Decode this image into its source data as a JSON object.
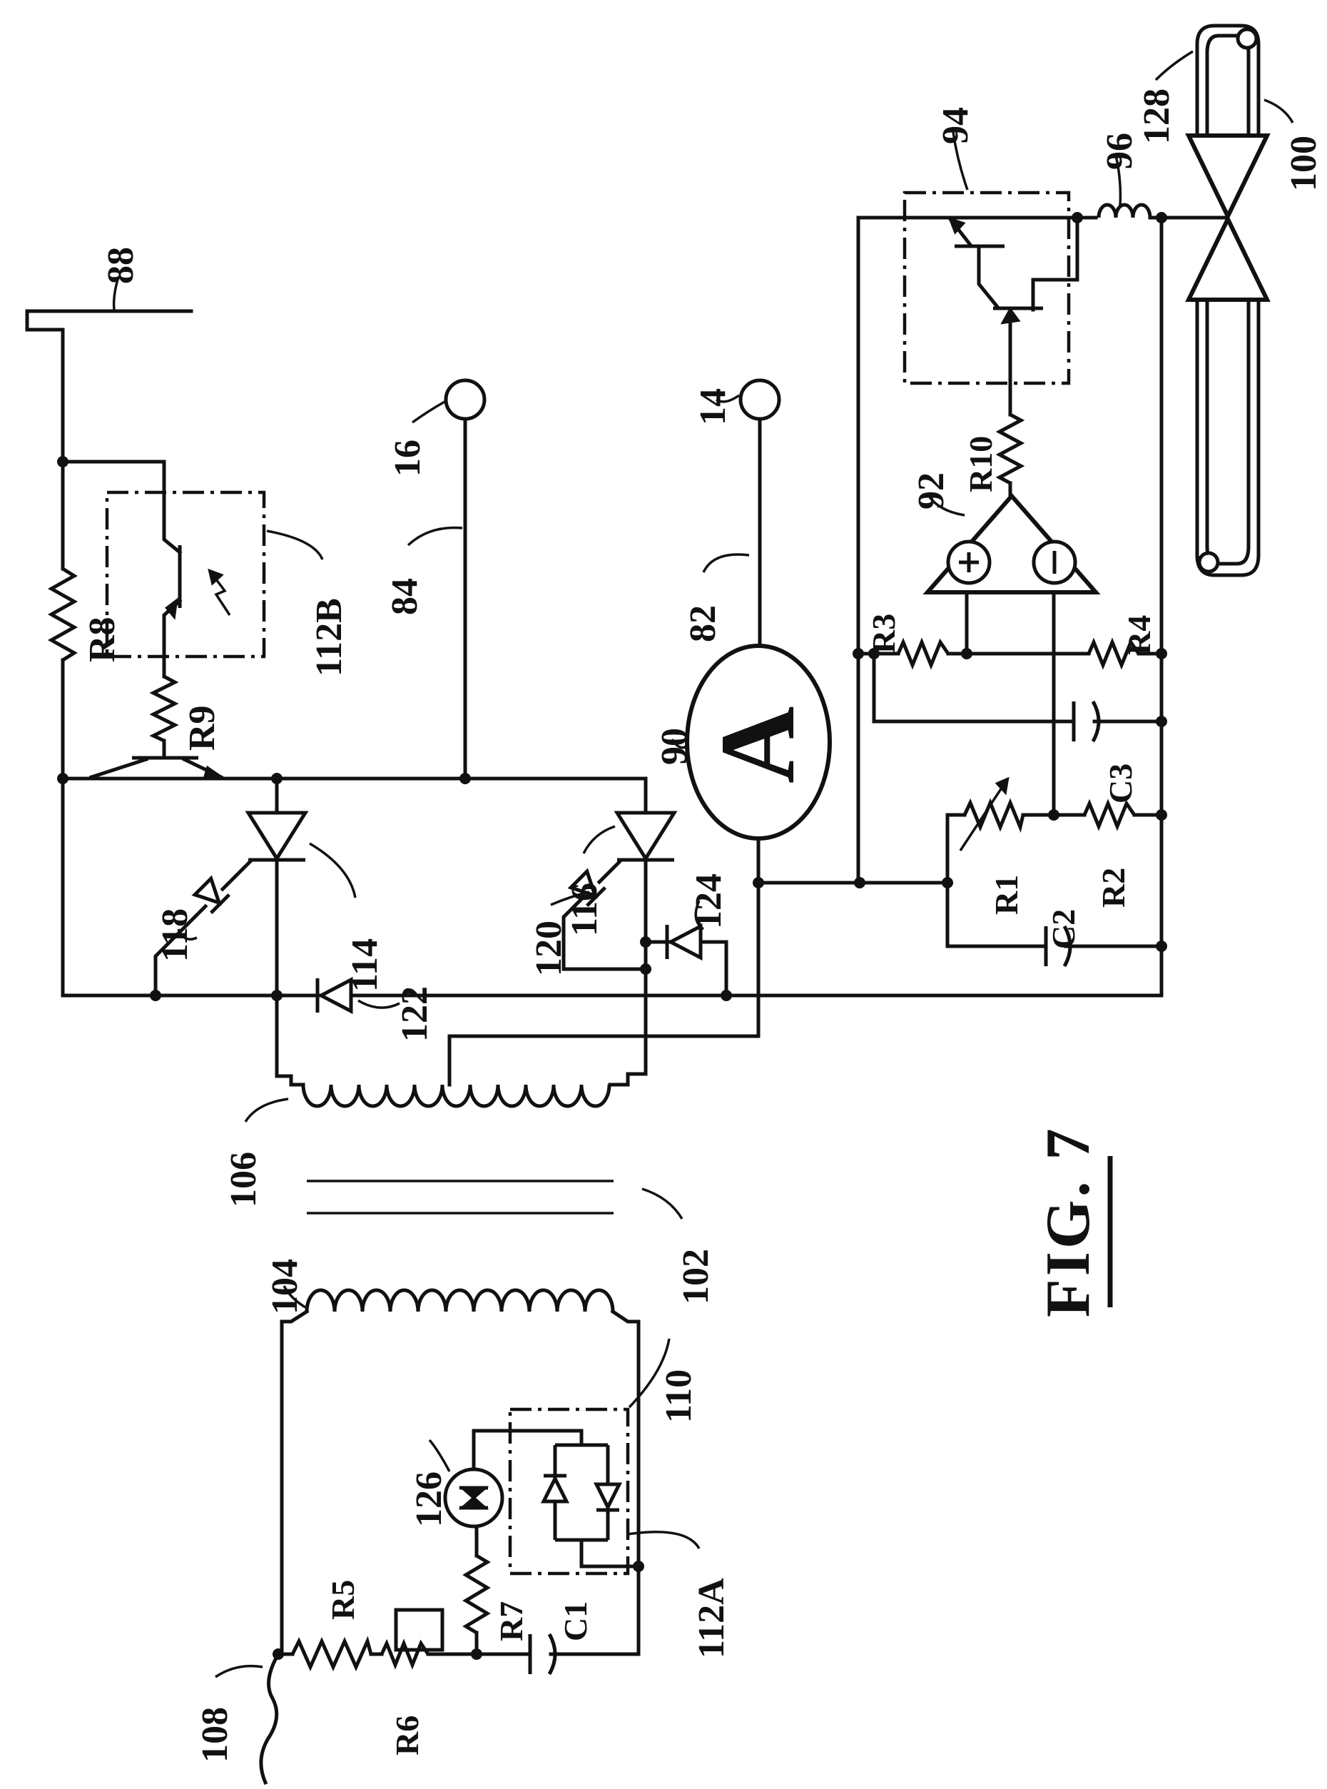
{
  "figure": {
    "caption": "FIG. 7",
    "type": "patent-circuit-schematic",
    "orientation": "labels rotated 90 degrees (landscape drawing on portrait sheet)",
    "ink": "#111111",
    "paper": "#ffffff"
  },
  "labels": {
    "n88": "88",
    "n16": "16",
    "n14": "14",
    "n84": "84",
    "n82": "82",
    "n90": "90",
    "n92": "92",
    "n94": "94",
    "n96": "96",
    "n100": "100",
    "n102": "102",
    "n104": "104",
    "n106": "106",
    "n108": "108",
    "n110": "110",
    "n112A": "112A",
    "n112B": "112B",
    "n114": "114",
    "n116": "116",
    "n118": "118",
    "n120": "120",
    "n122": "122",
    "n124": "124",
    "n126": "126",
    "n128": "128",
    "r1": "R1",
    "r2": "R2",
    "r3": "R3",
    "r4": "R4",
    "r5": "R5",
    "r6": "R6",
    "r7": "R7",
    "r8": "R8",
    "r9": "R9",
    "r10": "R10",
    "c1": "C1",
    "c2": "C2",
    "c3": "C3",
    "meter_glyph": "A",
    "opamp_plus": "+",
    "opamp_minus": "−"
  }
}
